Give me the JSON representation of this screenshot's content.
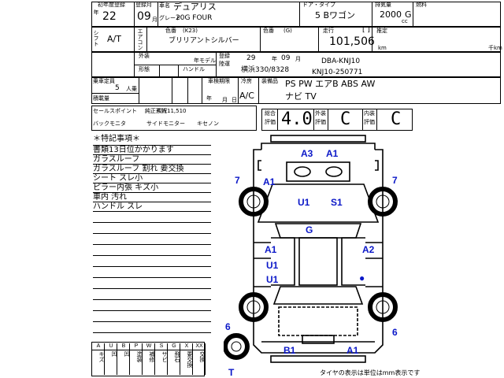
{
  "header": {
    "year_label": "初年度登録",
    "era_label": "年",
    "year": "22",
    "month_label": "登録月",
    "month": "09",
    "month_unit": "月",
    "car_name_label": "車名",
    "car_name": "デュアリス",
    "grade_label": "グレード",
    "grade": "20G FOUR",
    "door_label": "ドア・タイプ",
    "door_type": "5 Bワゴン",
    "displacement_label": "排気量",
    "displacement": "2000",
    "displacement_unit": "cc",
    "fuel_label": "燃料",
    "fuel": "G"
  },
  "row2": {
    "shift_label": "シフト",
    "shift": "A/T",
    "ac_label": "エアコン",
    "ac_value": "",
    "color_label": "色番",
    "color_code": "(K23)",
    "color_name": "ブリリアントシルバー",
    "inner_color_label": "色番",
    "inner_color_code": "(G)",
    "mileage_label": "走行",
    "mileage": "101,506",
    "mileage_unit": "km",
    "mileage_bracket": "[ ]",
    "estimate_label": "推定",
    "thousand_km": "千km"
  },
  "row3": {
    "outer_label": "外装",
    "model_year_label": "年モデル",
    "registration_label": "登録",
    "shape_label": "形態",
    "handle_label": "ハンドル",
    "plate_label": "陸運",
    "reg_year": "29",
    "reg_year_unit": "年",
    "reg_month": "09",
    "reg_month_unit": "月",
    "model_code": "DBA-KNJ10",
    "plate": "横浜330/8328",
    "chassis": "KNJ10-250771"
  },
  "row4": {
    "seating_label": "乗車定員",
    "seats": "5",
    "seats_unit": "人乗",
    "load_label": "積載量",
    "inspection_label": "車検期限",
    "inspection_unit_y": "年",
    "inspection_unit_m": "月",
    "inspection_unit_d": "日",
    "cooling_label": "冷房",
    "ac_type": "A/C",
    "equipment_label": "装備品",
    "equipment_line1": "PS PW エアB ABS AW",
    "equipment_line2": "ナビ TV"
  },
  "selling_points": {
    "label": "セールスポイント",
    "line1_a": "純正ＡＷ",
    "line1_b": "預託11,510",
    "line2_a": "バックモニタ",
    "line2_b": "サイドモニター",
    "line2_c": "キセノン"
  },
  "scores": {
    "total_label_1": "総合",
    "total_label_2": "評価",
    "total": "4.0",
    "exterior_label_1": "外装",
    "exterior_label_2": "評価",
    "exterior": "C",
    "interior_label_1": "内装",
    "interior_label_2": "評価",
    "interior": "C"
  },
  "notes": {
    "heading": "＊特記事項＊",
    "items": [
      "書類13日位かかります",
      "ガラスルーフ",
      "ガラスルーフ 割れ 要交換",
      "シート スレ小",
      "ピラー内張 キズ小",
      "車内 汚れ",
      "ハンドル スレ"
    ]
  },
  "legend": [
    {
      "key": "A",
      "text": "キズ"
    },
    {
      "key": "U",
      "text": "凹"
    },
    {
      "key": "B",
      "text": "凹"
    },
    {
      "key": "P",
      "text": "塗装"
    },
    {
      "key": "W",
      "text": "補修"
    },
    {
      "key": "S",
      "text": "サビ"
    },
    {
      "key": "G",
      "text": "飛石"
    },
    {
      "key": "X",
      "text": "要交換"
    },
    {
      "key": "XX",
      "text": "交換"
    }
  ],
  "diagram": {
    "marks": [
      {
        "text": "A3",
        "pos": "roof-front-left"
      },
      {
        "text": "A1",
        "pos": "roof-front-right"
      },
      {
        "text": "7",
        "pos": "front-left-wheel"
      },
      {
        "text": "A1",
        "pos": "front-left-fender"
      },
      {
        "text": "7",
        "pos": "front-right-wheel"
      },
      {
        "text": "U1",
        "pos": "bonnet-left"
      },
      {
        "text": "S1",
        "pos": "bonnet-right"
      },
      {
        "text": "G",
        "pos": "windshield"
      },
      {
        "text": "A1",
        "pos": "left-front-door"
      },
      {
        "text": "A2",
        "pos": "right-front-door"
      },
      {
        "text": "U1",
        "pos": "left-rear-door-1"
      },
      {
        "text": "U1",
        "pos": "left-rear-door-2"
      },
      {
        "text": "6",
        "pos": "rear-left-wheel"
      },
      {
        "text": "6",
        "pos": "rear-right-wheel"
      },
      {
        "text": "B1",
        "pos": "rear-bumper-left"
      },
      {
        "text": "A1",
        "pos": "rear-bumper-right"
      },
      {
        "text": "T",
        "pos": "spare-tire"
      }
    ],
    "footer": "タイヤの表示は単位はmm表示です"
  },
  "colors": {
    "mark": "#0b18c8",
    "line": "#000000"
  }
}
